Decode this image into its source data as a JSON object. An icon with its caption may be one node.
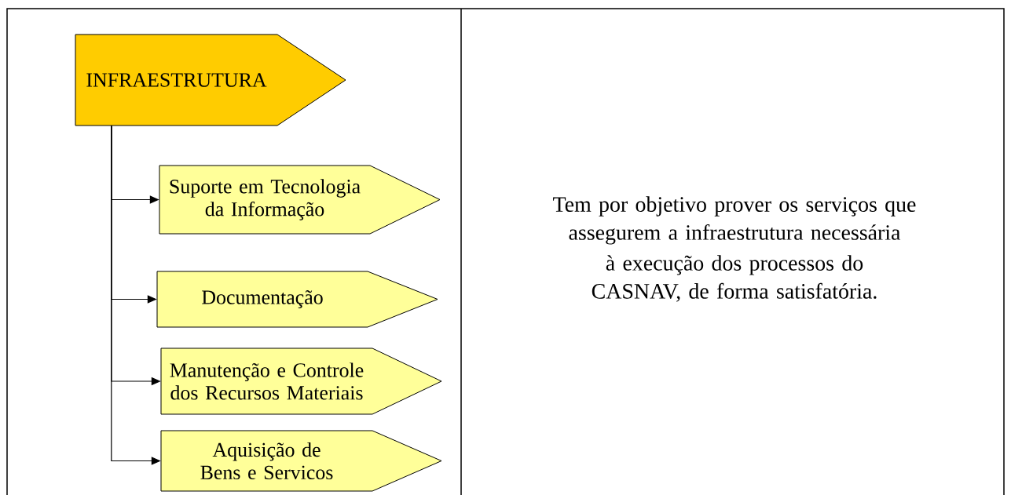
{
  "diagram": {
    "nodes": [
      {
        "text": [
          "INFRAESTRUTURA"
        ]
      },
      {
        "text": [
          "Suporte em Tecnologia da Informação"
        ]
      },
      {
        "text": [
          "Documentação"
        ]
      },
      {
        "text": [
          "Manutenção e Controle dos Recursos Materiais"
        ]
      },
      {
        "text": [
          "Aquisição de Bens e Servicos"
        ]
      }
    ],
    "edges": [
      {
        "from": 0,
        "to": 1,
        "arrow": "to"
      },
      {
        "from": 0,
        "to": 2,
        "arrow": "to"
      },
      {
        "from": 0,
        "to": 3,
        "arrow": "to"
      },
      {
        "from": 0,
        "to": 4,
        "arrow": "to"
      }
    ],
    "labels": [
      "Tem por objetivo prover os serviços que assegurem a infraestrutura necessária",
      "à execução dos processos do CASNAV, de forma satisfatória."
    ]
  }
}
